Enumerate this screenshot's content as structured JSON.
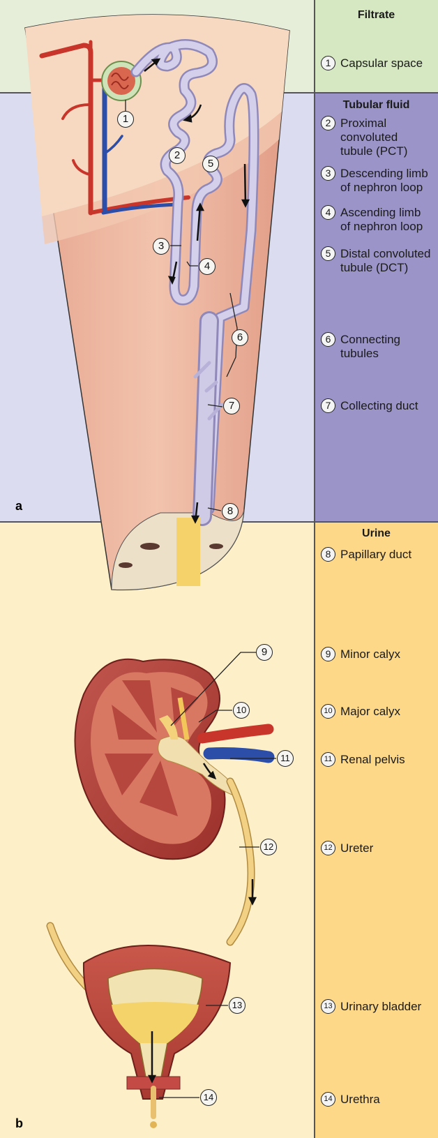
{
  "sections": {
    "filtrate": {
      "title": "Filtrate",
      "bg": "#e6eed9",
      "col": "#d6e8c2"
    },
    "tubular": {
      "title": "Tubular fluid",
      "bg": "#dcdcf0",
      "col": "#9b94c8"
    },
    "urine": {
      "title": "Urine",
      "bg": "#fdf0c8",
      "col": "#fdd888"
    }
  },
  "panel_letters": {
    "a": "a",
    "b": "b"
  },
  "labels": [
    {
      "num": "1",
      "text": [
        "Capsular space"
      ]
    },
    {
      "num": "2",
      "text": [
        "Proximal",
        "convoluted",
        "tubule (PCT)"
      ]
    },
    {
      "num": "3",
      "text": [
        "Descending limb",
        "of nephron loop"
      ]
    },
    {
      "num": "4",
      "text": [
        "Ascending limb",
        "of nephron loop"
      ]
    },
    {
      "num": "5",
      "text": [
        "Distal convoluted",
        "tubule (DCT)"
      ]
    },
    {
      "num": "6",
      "text": [
        "Connecting",
        "tubules"
      ]
    },
    {
      "num": "7",
      "text": [
        "Collecting duct"
      ]
    },
    {
      "num": "8",
      "text": [
        "Papillary duct"
      ]
    },
    {
      "num": "9",
      "text": [
        "Minor calyx"
      ]
    },
    {
      "num": "10",
      "text": [
        "Major calyx"
      ]
    },
    {
      "num": "11",
      "text": [
        "Renal pelvis"
      ]
    },
    {
      "num": "12",
      "text": [
        "Ureter"
      ]
    },
    {
      "num": "13",
      "text": [
        "Urinary bladder"
      ]
    },
    {
      "num": "14",
      "text": [
        "Urethra"
      ]
    }
  ]
}
